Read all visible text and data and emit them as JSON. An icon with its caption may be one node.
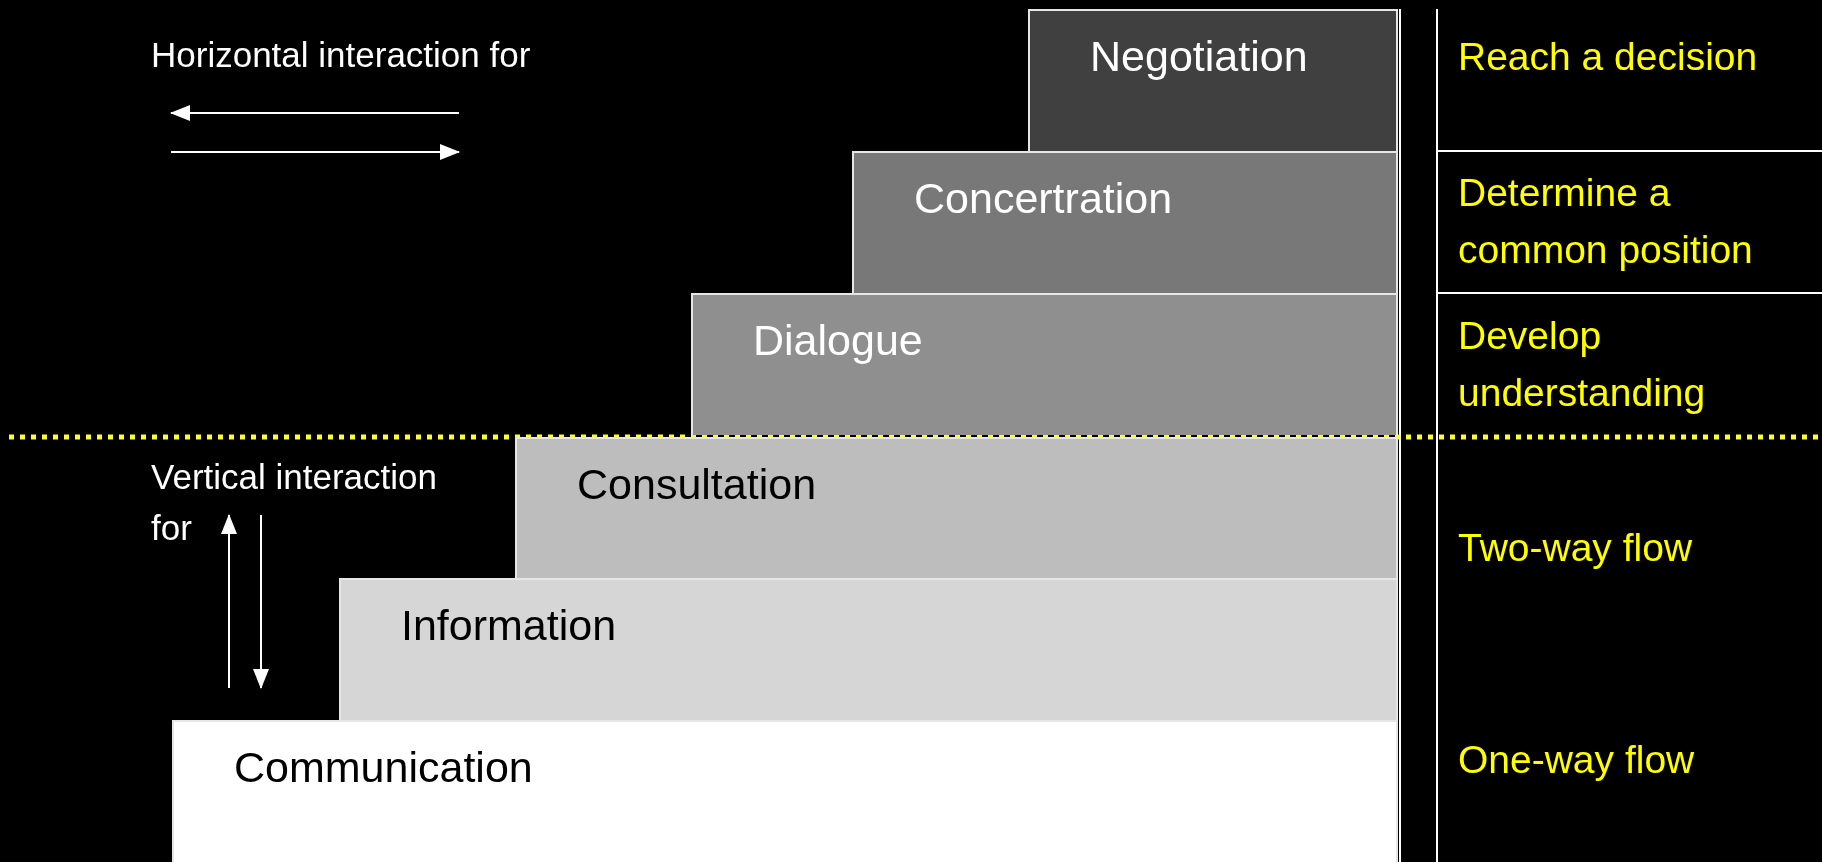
{
  "diagram": {
    "nodes": [
      {
        "text": [
          "Negotiation"
        ]
      },
      {
        "text": [
          "Concertration"
        ]
      },
      {
        "text": [
          "Dialogue"
        ]
      },
      {
        "text": [
          "Consultation"
        ]
      },
      {
        "text": [
          "Information"
        ]
      },
      {
        "text": [
          "Communication"
        ]
      }
    ],
    "labels": [
      "Horizontal interaction for",
      "Reach a decision",
      "Determine a common position",
      "Develop understanding",
      "Vertical interaction for",
      "Two-way flow",
      "One-way flow"
    ]
  }
}
